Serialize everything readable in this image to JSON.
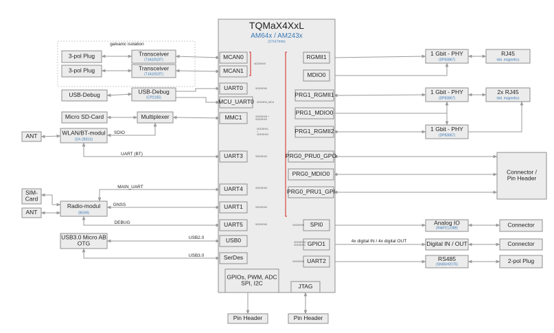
{
  "main": {
    "title": "TQMaX4XxL",
    "subtitle": "AM64x / AM243x",
    "size": "(17x17mm)",
    "bottom_block": "GPIOs, PWM, ADC\nSPI, I2C"
  },
  "group_label": "galvanic isolation",
  "nodes": {
    "plug1": {
      "label": "3-pol Plug"
    },
    "plug2": {
      "label": "3-pol Plug"
    },
    "trans1": {
      "label": "Transceiver",
      "sub": "(TJA1052IT)"
    },
    "trans2": {
      "label": "Transceiver",
      "sub": "(TJA1052IT)"
    },
    "usbdebug": {
      "label": "USB-Debug"
    },
    "usbdebug_chip": {
      "label": "USB-Debug",
      "sub": "(CP2105)"
    },
    "microsd": {
      "label": "Micro SD-Card"
    },
    "mux": {
      "label": "Multiplexer"
    },
    "ant1": {
      "label": "ANT"
    },
    "wlan": {
      "label": "WLAN/BT-modul",
      "sub": "(SX-2831S)"
    },
    "sim": {
      "label": "SIM-\nCard"
    },
    "ant2": {
      "label": "ANT"
    },
    "radio": {
      "label": "Radio-modul",
      "sub": "(BG95)"
    },
    "usb3otg": {
      "label": "USB3.0 Micro AB\nOTG"
    },
    "mcan0": {
      "label": "MCAN0"
    },
    "mcan1": {
      "label": "MCAN1"
    },
    "uart0": {
      "label": "UART0"
    },
    "mcu_uart0": {
      "label": "MCU_UART0"
    },
    "mmc1": {
      "label": "MMC1"
    },
    "uart3": {
      "label": "UART3"
    },
    "uart4": {
      "label": "UART4"
    },
    "uart1": {
      "label": "UART1"
    },
    "uart5": {
      "label": "UART5"
    },
    "usb0": {
      "label": "USB0"
    },
    "serdes": {
      "label": "SerDes"
    },
    "jtag": {
      "label": "JTAG"
    },
    "rgmii1": {
      "label": "RGMII1"
    },
    "mdio0": {
      "label": "MDIO0"
    },
    "prg1_rgmii1": {
      "label": "PRG1_RGMII1"
    },
    "prg1_mdio0": {
      "label": "PRG1_MDIO0"
    },
    "prg1_rgmii2": {
      "label": "PRG1_RGMII2"
    },
    "prg0_pru0": {
      "label": "PRG0_PRU0_GPO"
    },
    "prg0_mdio0": {
      "label": "PRG0_MDIO0"
    },
    "prg0_pru1": {
      "label": "PRG0_PRU1_GPI"
    },
    "spi0": {
      "label": "SPI0"
    },
    "gpio1": {
      "label": "GPIO1"
    },
    "uart2": {
      "label": "UART2"
    },
    "phy1": {
      "label": "1 Gbit - PHY",
      "sub": "(DP83867)"
    },
    "phy2": {
      "label": "1 Gbit - PHY",
      "sub": "(DP83867)"
    },
    "phy3": {
      "label": "1 Gbit - PHY",
      "sub": "(DP83867)"
    },
    "rj45": {
      "label": "RJ45",
      "sub": "inkl. magnetics"
    },
    "rj45x2": {
      "label": "2x RJ45",
      "sub": "inkl. magnetics"
    },
    "connhdr": {
      "label": "Connector /\nPin Header"
    },
    "analogio": {
      "label": "Analog IO",
      "sub": "(INAFE13388)"
    },
    "digio": {
      "label": "Digital IN / OUT"
    },
    "rs485": {
      "label": "RS485",
      "sub": "(SN65HVD75)"
    },
    "conn1": {
      "label": "Connector"
    },
    "conn2": {
      "label": "Connector"
    },
    "plug2pol": {
      "label": "2-pol Plug"
    },
    "pinhdr1": {
      "label": "Pin Header"
    },
    "pinhdr2": {
      "label": "Pin Header"
    }
  },
  "signals": {
    "sdio": "SDIO",
    "uart_bt": "UART (BT)",
    "main_uart": "MAIN_UART",
    "gnss": "GNSS",
    "debug": "DEBUG",
    "usb2": "USB2.0",
    "usb3": "USB3.0",
    "digital": "4x digital IN / 4x digital OUT"
  },
  "voltages": {
    "v_mcan": "VDDSHV0",
    "v_uart0": "VDDSHV0",
    "v_mcu": "VDDSHV_MCU",
    "v_mmc1": "VDDSHV5 +\nVDDSHV0",
    "v_mid": "VDDSHV1\n+\nVDDSHV2",
    "v_uart3": "VDDSHV0",
    "v_uart4": "VDDSHV0",
    "v_uart1": "VDDSHV0",
    "v_uart5": "VDDSHV0",
    "v_spi0": "VDDSHV0",
    "v_gpio1": "VDDSHV0 +\nVDDSHV1",
    "v_uart2": "VDDSHV0"
  }
}
